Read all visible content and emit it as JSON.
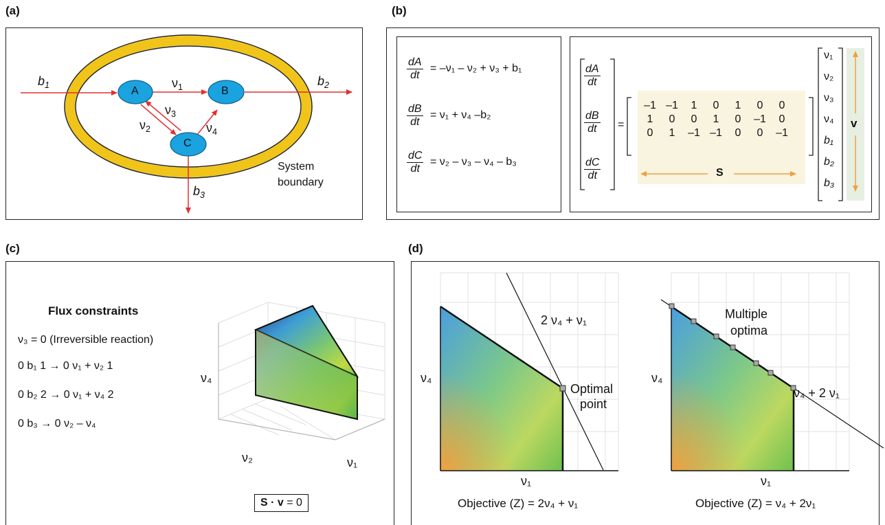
{
  "panels": {
    "a": {
      "label": "(a)",
      "nodes": {
        "A": "A",
        "B": "B",
        "C": "C"
      },
      "flux_labels": {
        "b1": "b",
        "b1_sub": "1",
        "b2": "b",
        "b2_sub": "2",
        "b3": "b",
        "b3_sub": "3",
        "v1": "ν",
        "v1_sub": "1",
        "v2": "ν",
        "v2_sub": "2",
        "v3": "ν",
        "v3_sub": "3",
        "v4": "ν",
        "v4_sub": "4"
      },
      "boundary_line1": "System",
      "boundary_line2": "boundary"
    },
    "b": {
      "label": "(b)",
      "equations": [
        {
          "num": "dA",
          "den": "dt",
          "rhs": "= –ν₁ – ν₂ + ν₃ + b₁"
        },
        {
          "num": "dB",
          "den": "dt",
          "rhs": "= ν₁ + ν₄ –b₂"
        },
        {
          "num": "dC",
          "den": "dt",
          "rhs": "= ν₂ – ν₃ – ν₄ – b₃"
        }
      ],
      "lhs_vector": [
        {
          "num": "dA",
          "den": "dt"
        },
        {
          "num": "dB",
          "den": "dt"
        },
        {
          "num": "dC",
          "den": "dt"
        }
      ],
      "equals": "=",
      "matrix_rows": [
        [
          "–1",
          "–1",
          "1",
          "0",
          "1",
          "0",
          "0"
        ],
        [
          "1",
          "0",
          "0",
          "1",
          "0",
          "–1",
          "0"
        ],
        [
          "0",
          "1",
          "–1",
          "–1",
          "0",
          "0",
          "–1"
        ]
      ],
      "matrix_label": "S",
      "vector_entries": [
        "ν₁",
        "ν₂",
        "ν₃",
        "ν₄",
        "b₁",
        "b₂",
        "b₃"
      ],
      "vector_label": "v",
      "colors": {
        "highlight": "#f8f4e0",
        "vector_highlight": "#e6efe2",
        "arrow": "#f0a040"
      }
    },
    "c": {
      "label": "(c)",
      "title": "Flux constraints",
      "constraints": [
        "ν₃ = 0 (Irreversible reaction)",
        "0  b₁  1 → 0  ν₁ + ν₂  1",
        "0  b₂  2 → 0  ν₁ + ν₄  2",
        "0  b₃    → 0  ν₂ – ν₄"
      ],
      "axis_v4": "ν₄",
      "axis_v2": "ν₂",
      "axis_v1": "ν₁",
      "equation_bold": "S · v",
      "equation_rest": " = 0"
    },
    "d": {
      "label": "(d)",
      "left": {
        "line_label": "2 ν₄ + ν₁",
        "point_label_1": "Optimal",
        "point_label_2": "point",
        "ylabel": "ν₄",
        "xlabel": "ν₁",
        "objective": "Objective (Z) = 2ν₄ + ν₁"
      },
      "right": {
        "line_label": "ν₄ + 2 ν₁",
        "optima_label_1": "Multiple",
        "optima_label_2": "optima",
        "ylabel": "ν₄",
        "xlabel": "ν₁",
        "objective": "Objective (Z) = ν₄ + 2ν₁"
      }
    }
  },
  "colors": {
    "ring": "#f0c419",
    "node": "#1ba3e0",
    "arrow": "#e03030"
  }
}
